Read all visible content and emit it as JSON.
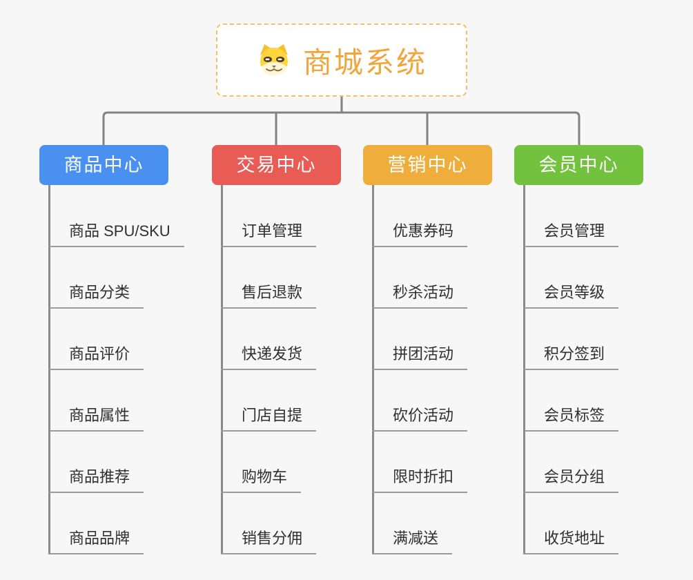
{
  "root": {
    "title": "商城系统",
    "icon": "dog-face-icon",
    "title_color": "#F0A63C",
    "border_color": "#F2C06A",
    "background": "#FFFFFF"
  },
  "canvas": {
    "background_color": "#F7F7F7",
    "connector_color": "#828282",
    "leaf_underline_color": "#9A9A9A",
    "leaf_text_color": "#2F2F2F"
  },
  "branches": [
    {
      "label": "商品中心",
      "color": "#4A90F0",
      "items": [
        "商品 SPU/SKU",
        "商品分类",
        "商品评价",
        "商品属性",
        "商品推荐",
        "商品品牌"
      ]
    },
    {
      "label": "交易中心",
      "color": "#E95B55",
      "items": [
        "订单管理",
        "售后退款",
        "快递发货",
        "门店自提",
        "购物车",
        "销售分佣"
      ]
    },
    {
      "label": "营销中心",
      "color": "#EFAE3B",
      "items": [
        "优惠券码",
        "秒杀活动",
        "拼团活动",
        "砍价活动",
        "限时折扣",
        "满减送"
      ]
    },
    {
      "label": "会员中心",
      "color": "#72C23E",
      "items": [
        "会员管理",
        "会员等级",
        "积分签到",
        "会员标签",
        "会员分组",
        "收货地址"
      ]
    }
  ]
}
